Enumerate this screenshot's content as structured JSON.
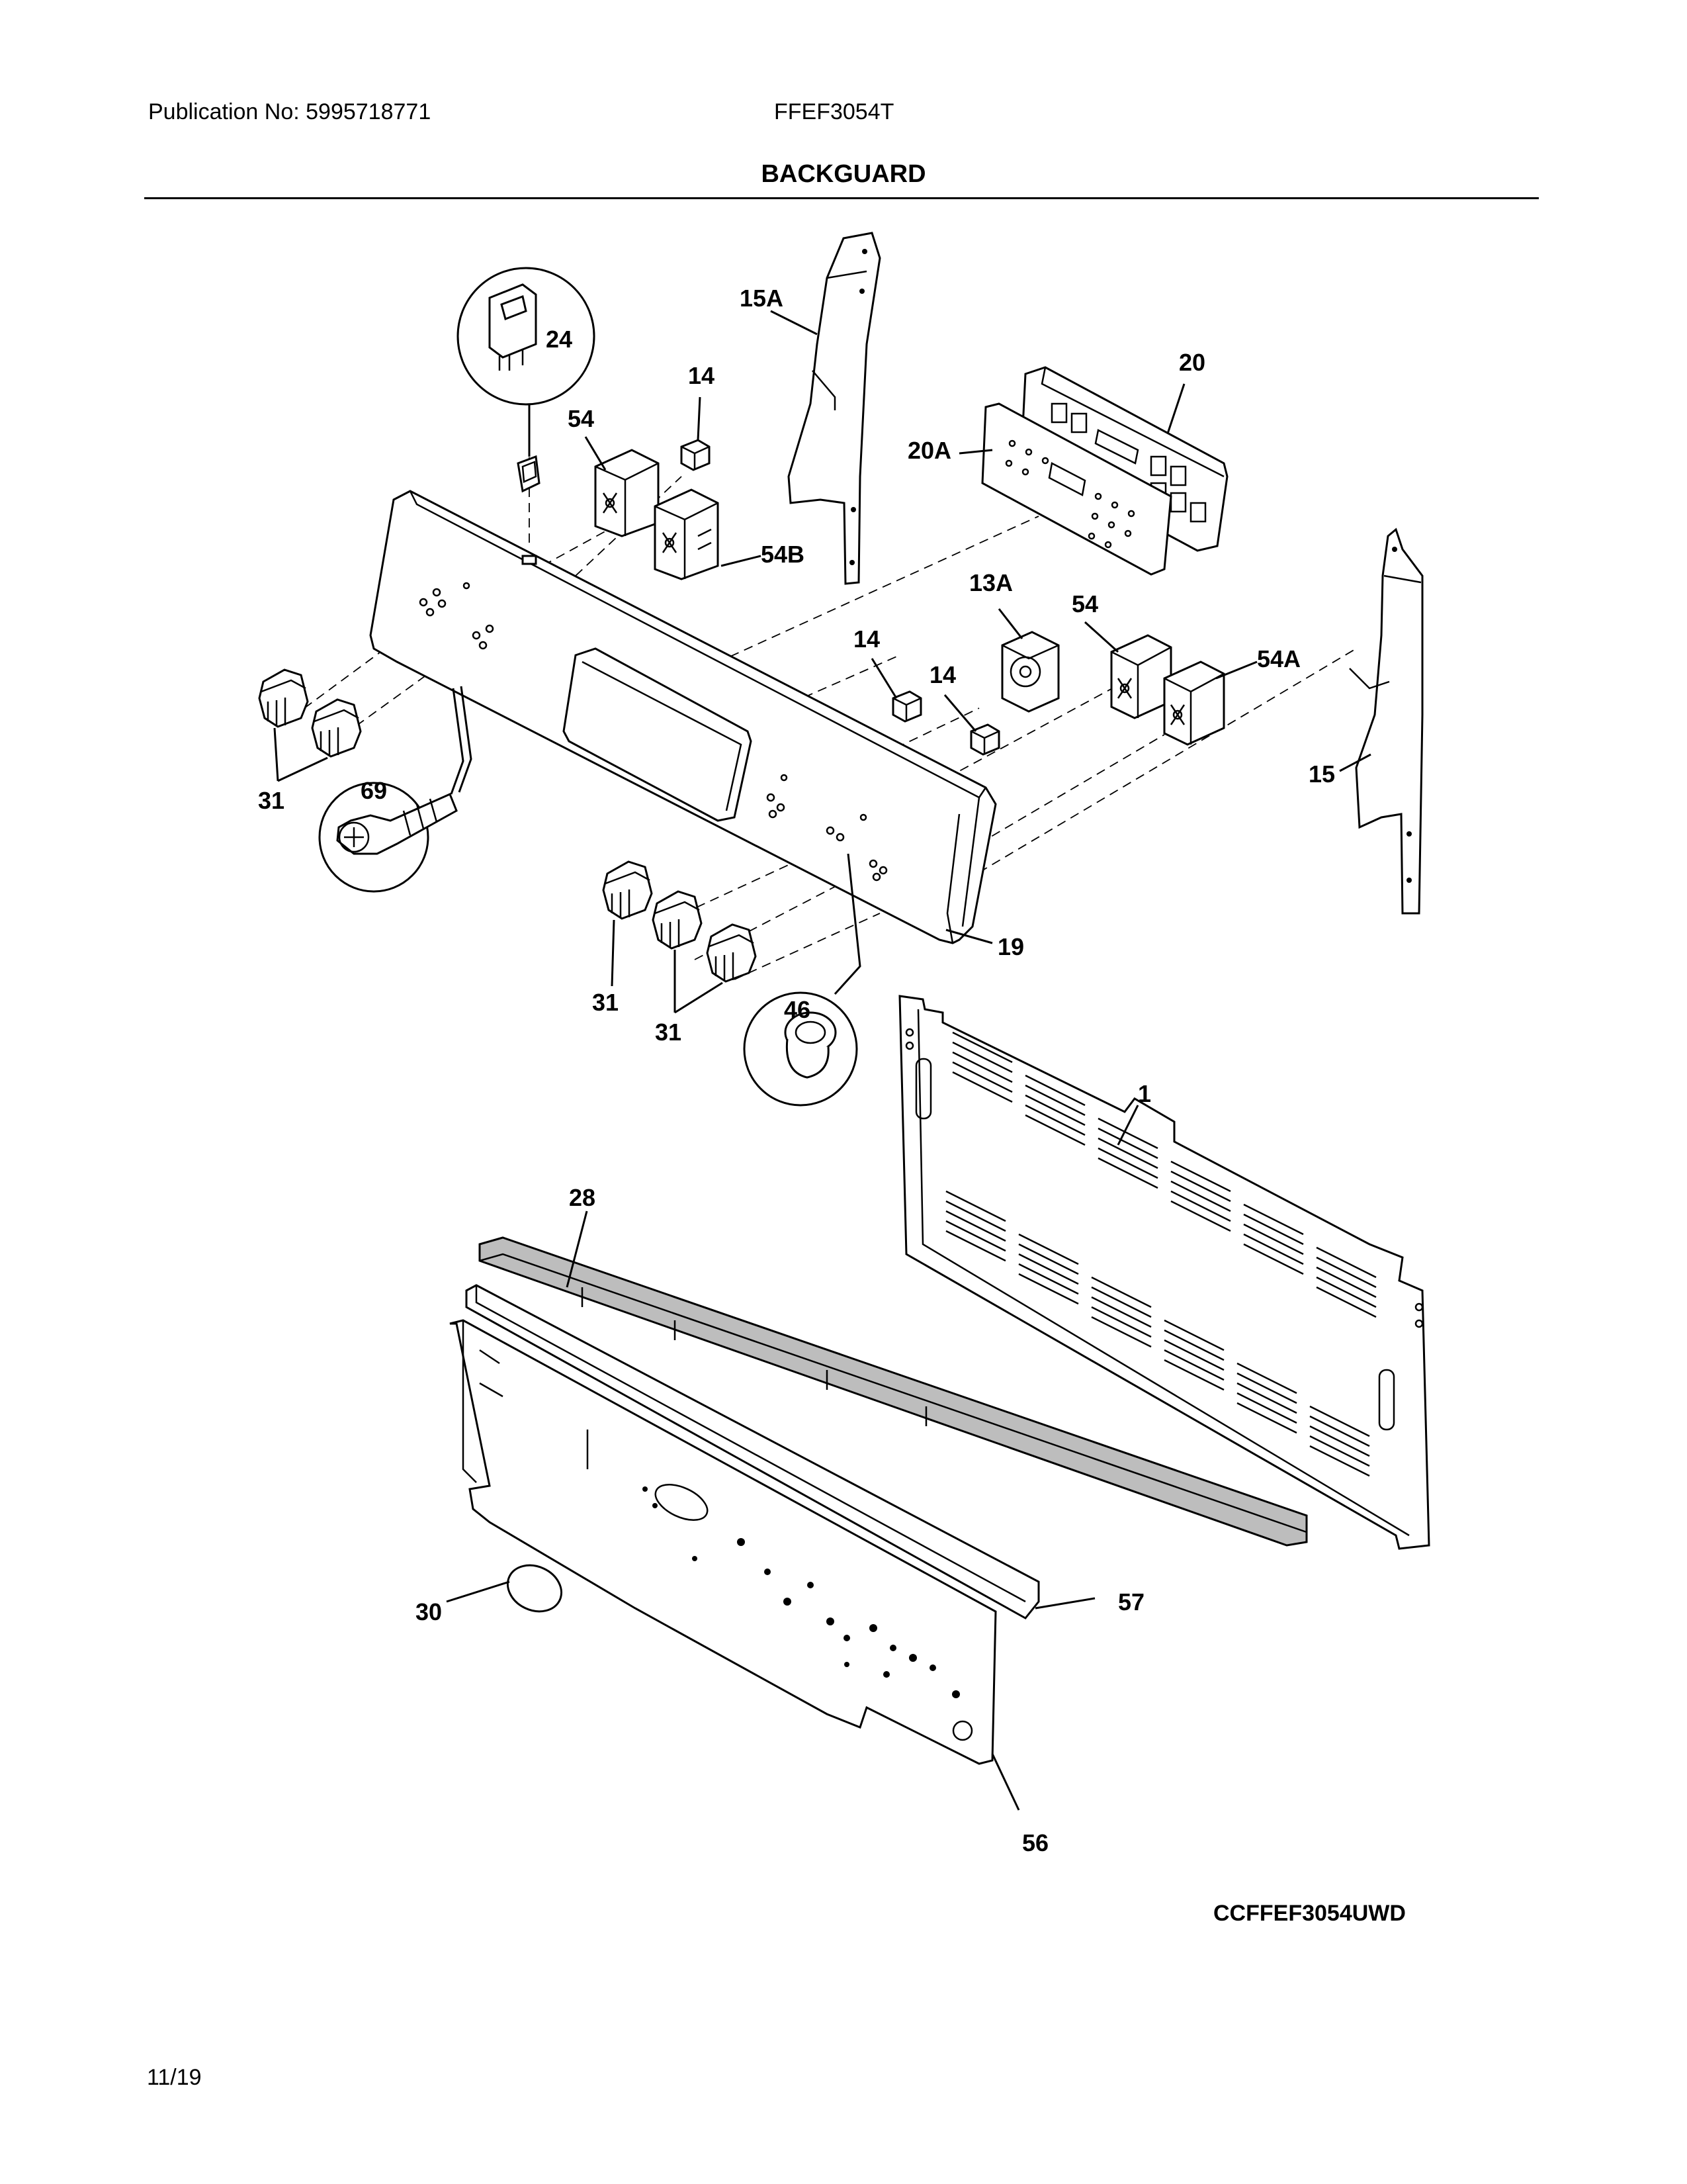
{
  "header": {
    "publication": "Publication No: 5995718771",
    "model": "FFEF3054T",
    "title": "BACKGUARD"
  },
  "footer": {
    "code": "CCFFEF3054UWD",
    "date": "11/19"
  },
  "callouts": {
    "p1": "1",
    "p13A": "13A",
    "p14a": "14",
    "p14b": "14",
    "p14c": "14",
    "p15": "15",
    "p15A": "15A",
    "p19": "19",
    "p20": "20",
    "p20A": "20A",
    "p24": "24",
    "p28": "28",
    "p30": "30",
    "p31a": "31",
    "p31b": "31",
    "p31c": "31",
    "p46": "46",
    "p54a": "54",
    "p54b": "54",
    "p54A": "54A",
    "p54B": "54B",
    "p56": "56",
    "p57": "57",
    "p69": "69"
  }
}
